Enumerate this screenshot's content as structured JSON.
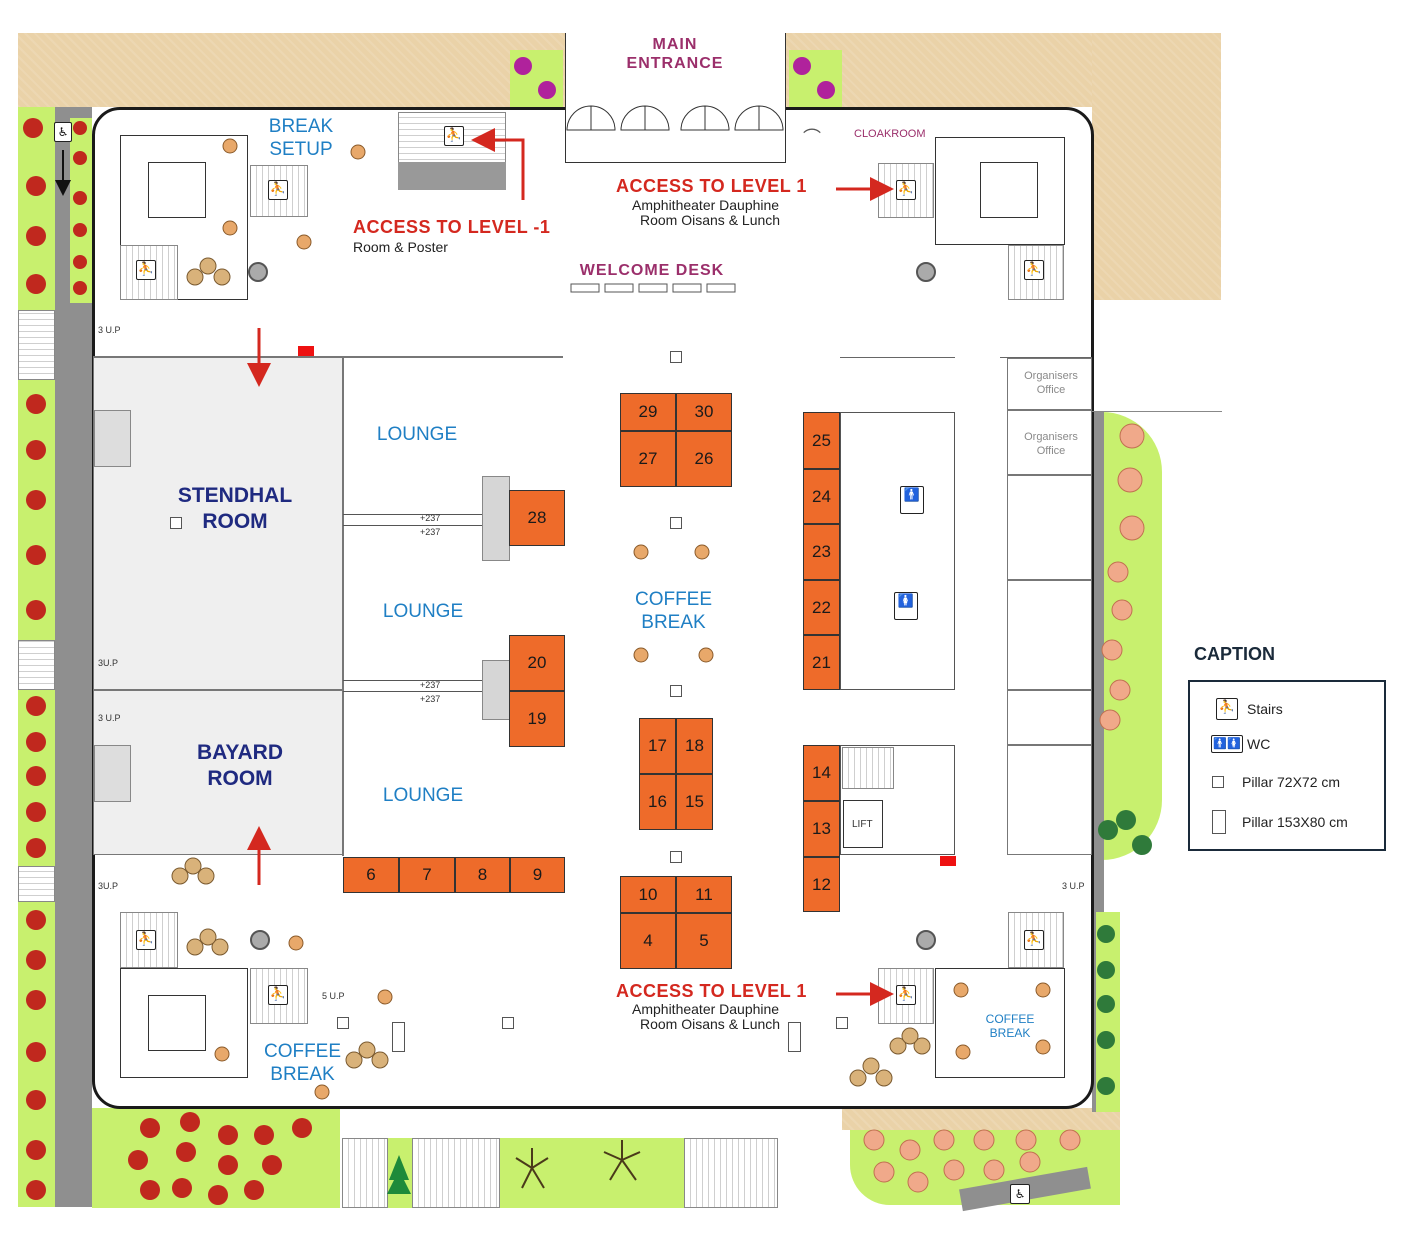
{
  "main_entrance": "MAIN ENTRANCE",
  "cloakroom": "CLOAKROOM",
  "break_setup": "BREAK SETUP",
  "welcome_desk": "WELCOME DESK",
  "access_minus1": {
    "title": "ACCESS TO LEVEL -1",
    "sub": "Room & Poster"
  },
  "access_level1": {
    "title": "ACCESS TO LEVEL 1",
    "sub1": "Amphitheater Dauphine",
    "sub2": "Room Oisans & Lunch"
  },
  "rooms": {
    "stendhal": "STENDHAL ROOM",
    "bayard": "BAYARD ROOM"
  },
  "lounges": [
    "LOUNGE",
    "LOUNGE",
    "LOUNGE"
  ],
  "coffee_break": "COFFEE BREAK",
  "organisers_office": "Organisers Office",
  "lift": "LIFT",
  "up_marks": {
    "a": "3 U.P",
    "b": "3U.P",
    "c": "3 U.P",
    "d": "3U.P",
    "e": "3 U.P",
    "f": "5 U.P"
  },
  "screen_mark": "+237",
  "booths": [
    "29",
    "30",
    "27",
    "26",
    "28",
    "25",
    "24",
    "23",
    "22",
    "21",
    "20",
    "19",
    "17",
    "18",
    "16",
    "15",
    "14",
    "13",
    "12",
    "10",
    "11",
    "4",
    "5",
    "6",
    "7",
    "8",
    "9"
  ],
  "caption": {
    "title": "CAPTION",
    "items": [
      "Stairs",
      "WC",
      "Pillar 72X72 cm",
      "Pillar 153X80 cm"
    ]
  },
  "colors": {
    "booth": "#ee6b2a",
    "access": "#d4281f",
    "label": "#1f7fc4",
    "room_title": "#1f2a80",
    "entrance": "#9b2f6b",
    "grass": "#c8f06e",
    "sand": "#ead2a8"
  }
}
